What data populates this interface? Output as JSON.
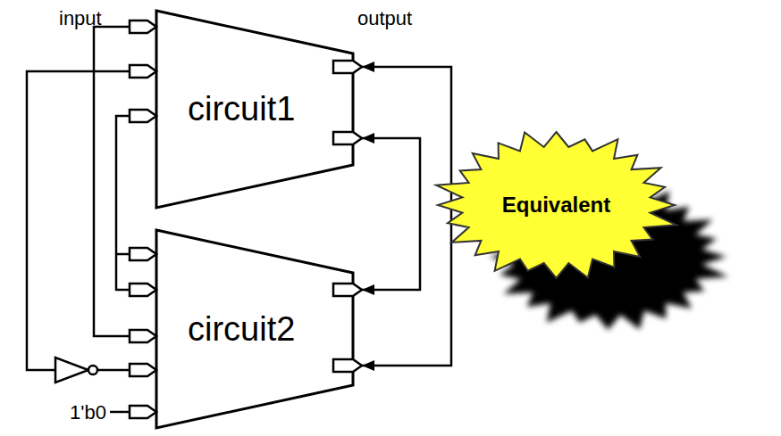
{
  "diagram": {
    "nodes": [
      {
        "text": [
          "circuit1"
        ]
      },
      {
        "text": [
          "circuit2"
        ]
      },
      {
        "text": [
          "Equivalent"
        ]
      }
    ],
    "edges": [
      {
        "from": 0,
        "to": 1,
        "arrow": "none"
      },
      {
        "from": 0,
        "to": 1,
        "arrow": "none"
      },
      {
        "from": 0,
        "to": 1,
        "arrow": "none"
      },
      {
        "from": 0,
        "to": 1,
        "arrow": "both"
      },
      {
        "from": 0,
        "to": 1,
        "arrow": "both"
      }
    ],
    "labels": [
      "input",
      "output",
      "1'b0"
    ]
  }
}
